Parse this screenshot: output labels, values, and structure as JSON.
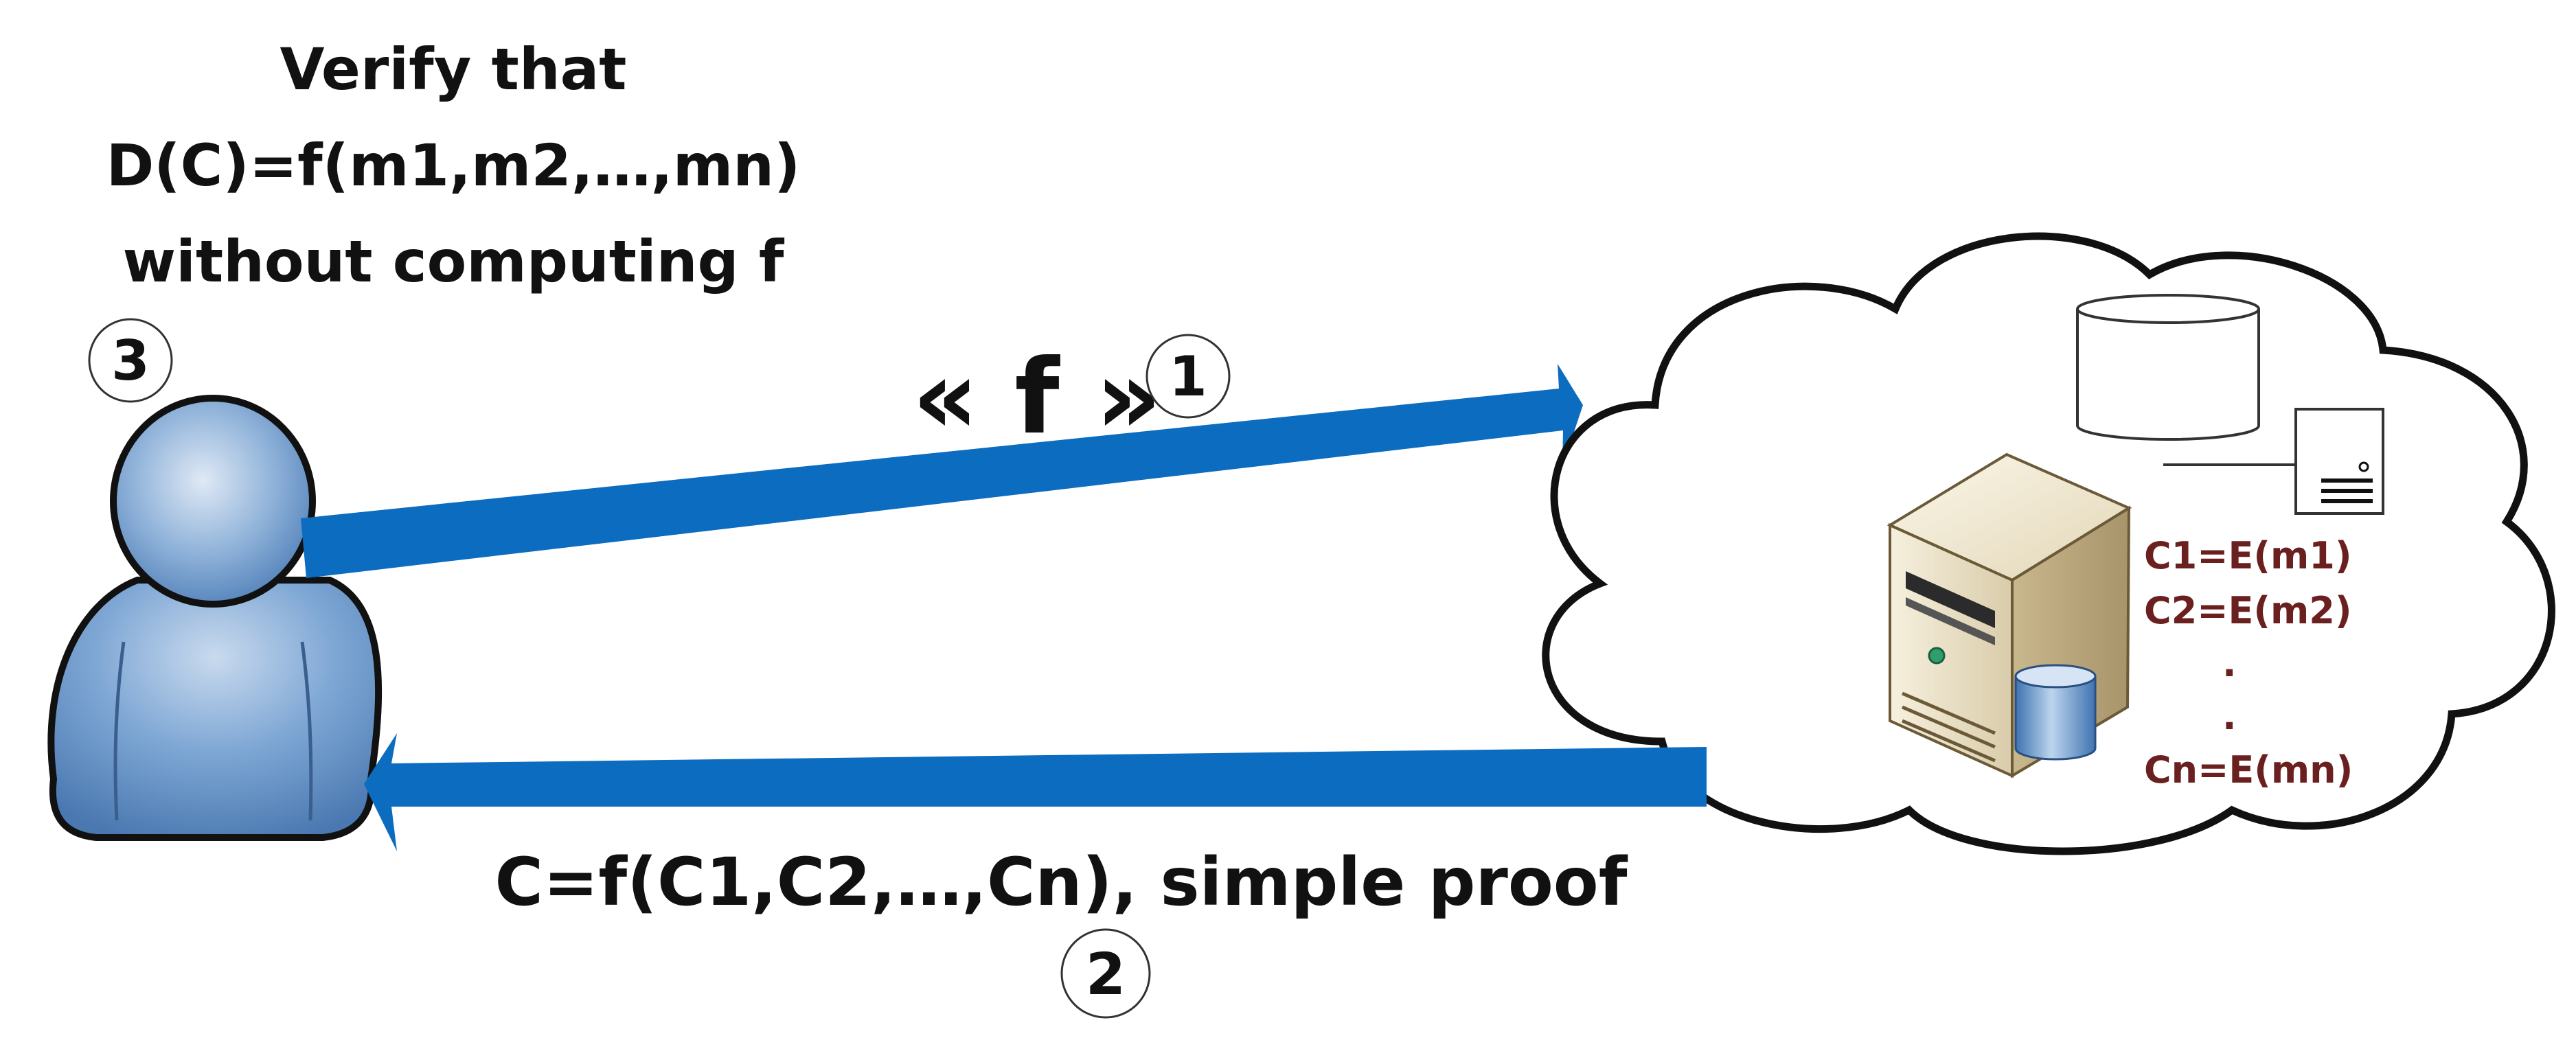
{
  "client_label": {
    "line1": "Verify that",
    "line2": "D(C)=f(m1,m2,…,mn)",
    "line3": "without computing f"
  },
  "request_label": "« f »",
  "response_label": "C=f(C1,C2,…,Cn), simple proof",
  "steps": {
    "one": "1",
    "two": "2",
    "three": "3"
  },
  "ciphertexts": {
    "c1": "C1=E(m1)",
    "c2": "C2=E(m2)",
    "dot1": ".",
    "dot2": ".",
    "cn": "Cn=E(mn)"
  },
  "colors": {
    "arrow": "#0b6cc0",
    "user_body": "#6f9fd0",
    "cipher_text": "#6b2020"
  },
  "icons": [
    "user-icon",
    "cloud-icon",
    "server-icon",
    "database-icon",
    "storage-drive-icon"
  ]
}
